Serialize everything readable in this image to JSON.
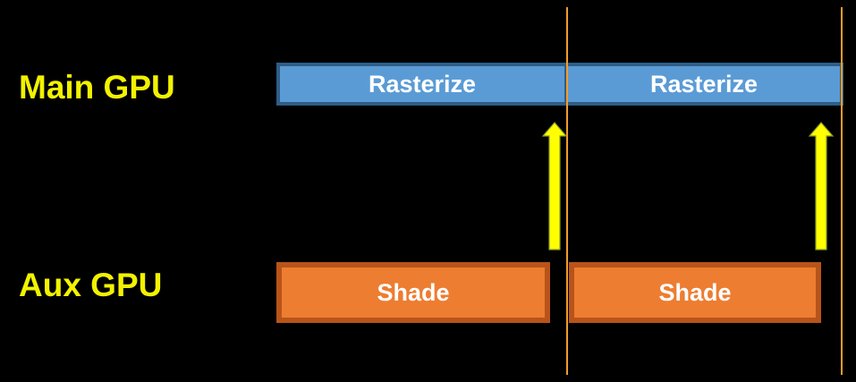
{
  "rows": {
    "main_label": "Main GPU",
    "aux_label": "Aux GPU"
  },
  "main_tasks": [
    "Rasterize",
    "Rasterize"
  ],
  "aux_tasks": [
    "Shade",
    "Shade"
  ],
  "colors": {
    "background": "#000000",
    "row_label": "#f2f200",
    "rasterize_fill": "#5b9bd5",
    "rasterize_border": "#2e5d86",
    "shade_fill": "#ed7d31",
    "shade_border": "#b8541a",
    "frame_boundary_line": "#f29c2a",
    "handoff_arrow": "#ffff00"
  },
  "icons": {
    "handoff": "up-arrow-icon"
  }
}
